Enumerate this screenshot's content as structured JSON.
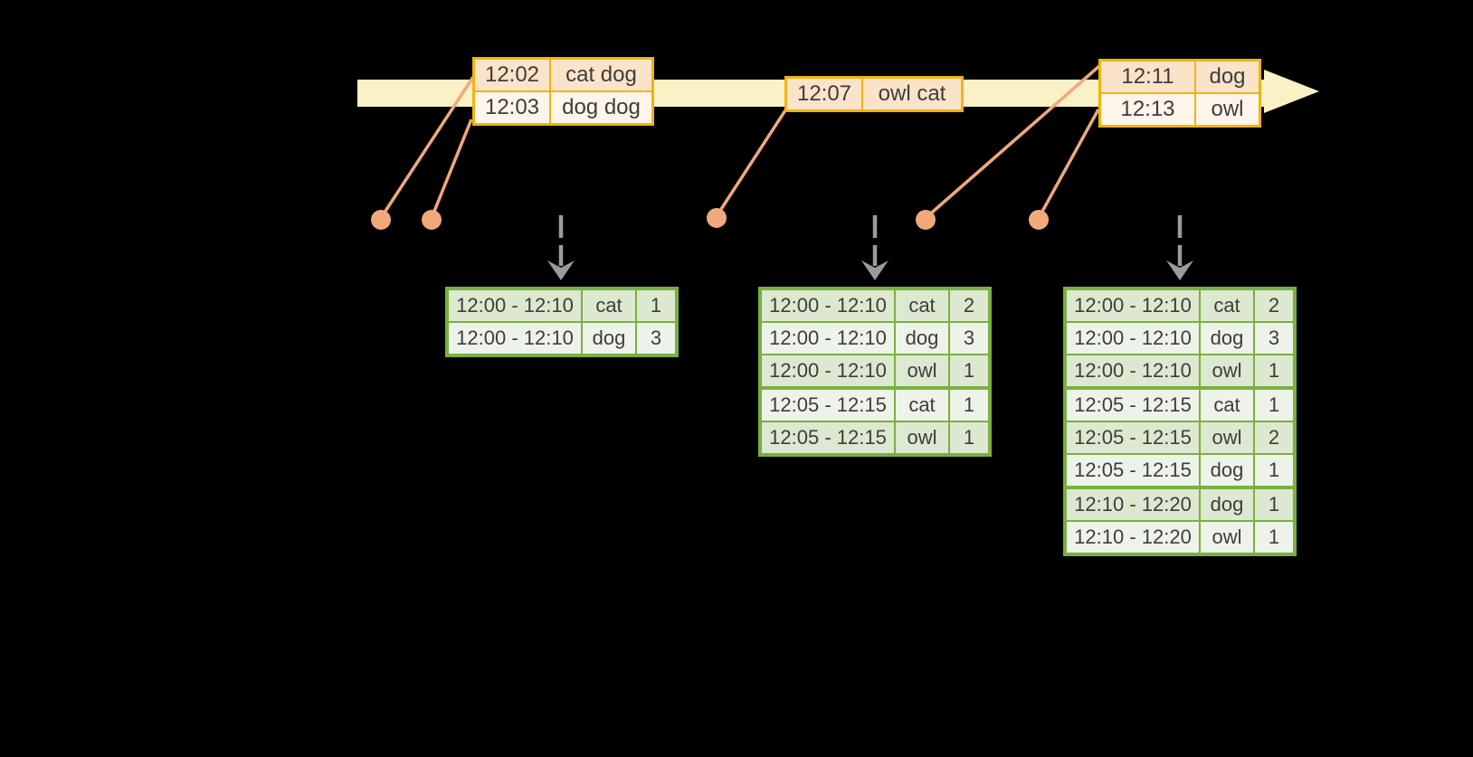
{
  "colors": {
    "background": "#000000",
    "timeline-fill": "#FBF1C7",
    "event-border": "#F0B410",
    "event-row-odd": "#FAE3C8",
    "event-row-even": "#FDF5E9",
    "connector": "#F1A87C",
    "dashed-arrow": "#9B9B9B",
    "result-border": "#79B041",
    "result-row-odd": "#DCE8D0",
    "result-row-even": "#EEF3E9",
    "text": "#3D3D3D"
  },
  "event_tables": [
    {
      "rows": [
        {
          "time": "12:02",
          "words": "cat dog"
        },
        {
          "time": "12:03",
          "words": "dog dog"
        }
      ]
    },
    {
      "rows": [
        {
          "time": "12:07",
          "words": "owl cat"
        }
      ]
    },
    {
      "rows": [
        {
          "time": "12:11",
          "words": "dog"
        },
        {
          "time": "12:13",
          "words": "owl"
        }
      ]
    }
  ],
  "result_tables": [
    {
      "rows": [
        {
          "window": "12:00 - 12:10",
          "word": "cat",
          "count": "1"
        },
        {
          "window": "12:00 - 12:10",
          "word": "dog",
          "count": "3"
        }
      ]
    },
    {
      "rows": [
        {
          "window": "12:00 - 12:10",
          "word": "cat",
          "count": "2"
        },
        {
          "window": "12:00 - 12:10",
          "word": "dog",
          "count": "3"
        },
        {
          "window": "12:00 - 12:10",
          "word": "owl",
          "count": "1"
        },
        {
          "window": "12:05 - 12:15",
          "word": "cat",
          "count": "1"
        },
        {
          "window": "12:05 - 12:15",
          "word": "owl",
          "count": "1"
        }
      ]
    },
    {
      "rows": [
        {
          "window": "12:00 - 12:10",
          "word": "cat",
          "count": "2"
        },
        {
          "window": "12:00 - 12:10",
          "word": "dog",
          "count": "3"
        },
        {
          "window": "12:00 - 12:10",
          "word": "owl",
          "count": "1"
        },
        {
          "window": "12:05 - 12:15",
          "word": "cat",
          "count": "1"
        },
        {
          "window": "12:05 - 12:15",
          "word": "owl",
          "count": "2"
        },
        {
          "window": "12:05 - 12:15",
          "word": "dog",
          "count": "1"
        },
        {
          "window": "12:10 - 12:20",
          "word": "dog",
          "count": "1"
        },
        {
          "window": "12:10 - 12:20",
          "word": "owl",
          "count": "1"
        }
      ]
    }
  ]
}
